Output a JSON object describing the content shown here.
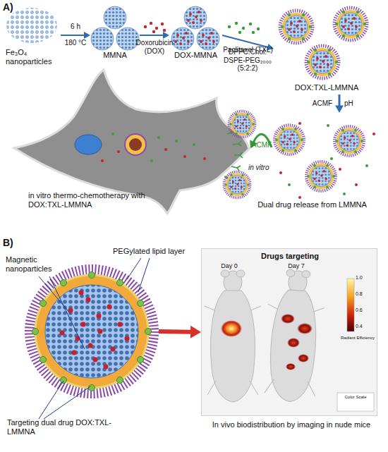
{
  "diagram": {
    "nodes": [
      {
        "text": [
          "Fe₃O₄ nanoparticles"
        ]
      },
      {
        "text": [
          "MMNA"
        ]
      },
      {
        "text": [
          "DOX-MMNA"
        ]
      },
      {
        "text": [
          "DOX:TXL-LMMNA"
        ]
      },
      {
        "text": [
          "Dual drug release from LMMNA"
        ]
      },
      {
        "text": [
          "in vitro thermo-chemotherapy with DOX:TXL-LMMNA"
        ]
      },
      {
        "text": [
          "Targeting dual drug DOX:TXL-LMMNA"
        ]
      },
      {
        "text": [
          "Drugs targeting"
        ]
      }
    ],
    "edges": [
      {
        "from": 0,
        "to": 1,
        "arrow": "to",
        "label": "6 h"
      },
      {
        "from": 1,
        "to": 2,
        "arrow": "to",
        "label": "Doxorubicin (DOX)"
      },
      {
        "from": 2,
        "to": 3,
        "arrow": "to",
        "label": "Paclitaxel (TXL)"
      },
      {
        "from": 3,
        "to": 4,
        "arrow": "to",
        "label": "ACMF"
      },
      {
        "from": 4,
        "to": 5,
        "arrow": "to",
        "label": "ACMF"
      },
      {
        "from": 6,
        "to": 7,
        "arrow": "to"
      }
    ],
    "labels": [
      "A)",
      "180 °C",
      "DPPC:Chol: DSPE-PEG₂₀₀₀ (5:2:2)",
      "pH",
      "in vitro",
      "B)",
      "Magnetic nanoparticles",
      "PEGylated lipid layer",
      "Day 0",
      "Day 7",
      "In vivo biodistribution by imaging in nude mice",
      "1.0",
      "0.8",
      "0.6",
      "0.4",
      "Radiant Efficiency",
      "Color Scale"
    ]
  }
}
